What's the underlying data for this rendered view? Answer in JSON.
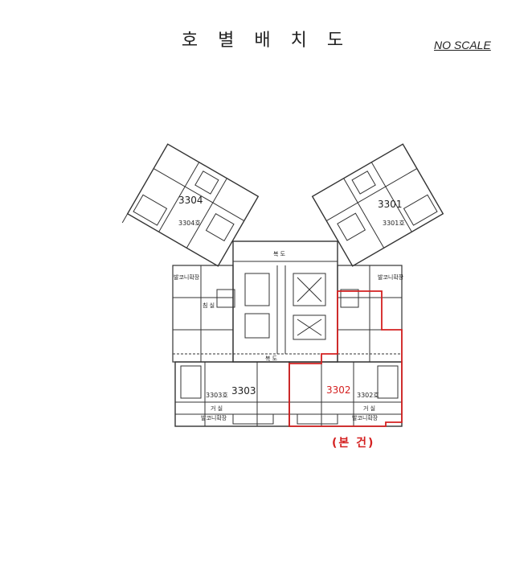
{
  "header": {
    "title": "호 별 배 치 도",
    "scale_note": "NO SCALE"
  },
  "units": {
    "u3304": {
      "big": "3304",
      "tag": "3304호"
    },
    "u3301": {
      "big": "3301",
      "tag": "3301호"
    },
    "u3303": {
      "big": "3303",
      "tag": "3303호"
    },
    "u3302": {
      "big": "3302",
      "tag": "3302호"
    }
  },
  "rooms": {
    "balcony_ext": "발코니확장",
    "living": "거 실",
    "bedroom": "침 실",
    "corridor": "복 도"
  },
  "highlight": {
    "label": "(본 건)",
    "color": "#d42020"
  }
}
